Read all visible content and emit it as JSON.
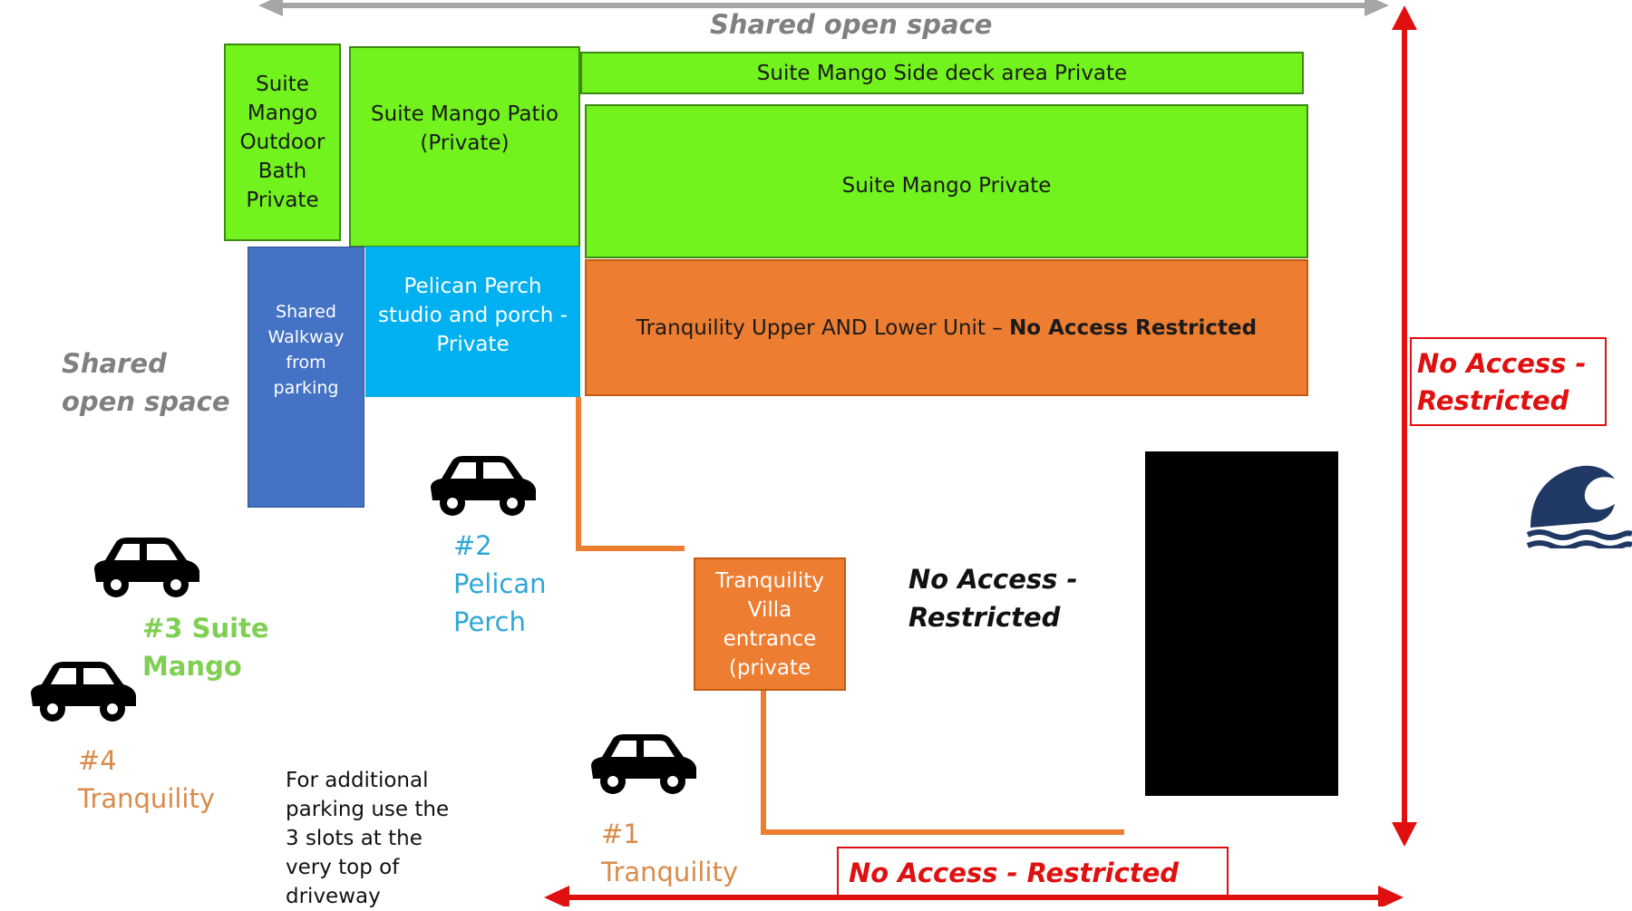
{
  "labels": {
    "shared_top": "Shared open space",
    "shared_left": "Shared\nopen space",
    "bath": "Suite\nMango\nOutdoor\nBath\nPrivate",
    "patio": "Suite Mango Patio\n(Private)",
    "side_deck": "Suite Mango Side deck area Private",
    "mango_private": "Suite Mango Private",
    "walkway": "Shared\nWalkway\nfrom\nparking",
    "pelican_studio": "Pelican Perch\nstudio and porch -\nPrivate",
    "tranq_unit": "Tranquility Upper AND Lower Unit – ",
    "tranq_unit_bold": "No Access Restricted",
    "villa_entrance": "Tranquility\nVilla\nentrance\n(private",
    "no_access_mid": "No Access -\nRestricted",
    "no_access_right": "No Access -\nRestricted",
    "no_access_bottom": "No Access - Restricted",
    "p2": "#2\nPelican\nPerch",
    "p3": "#3 Suite\nMango",
    "p4": "#4\nTranquility",
    "p1": "#1\nTranquility",
    "additional": "For additional\nparking use the\n3 slots at the\nvery top of\ndriveway"
  },
  "colors": {
    "green": "#72f31d",
    "blue_dark": "#4472c4",
    "blue_light": "#00b0f0",
    "orange": "#ed7d31",
    "red": "#e01010",
    "gray": "#a6a6a6",
    "navy": "#1f3864"
  },
  "icons": [
    "car-icon",
    "wave-icon"
  ]
}
